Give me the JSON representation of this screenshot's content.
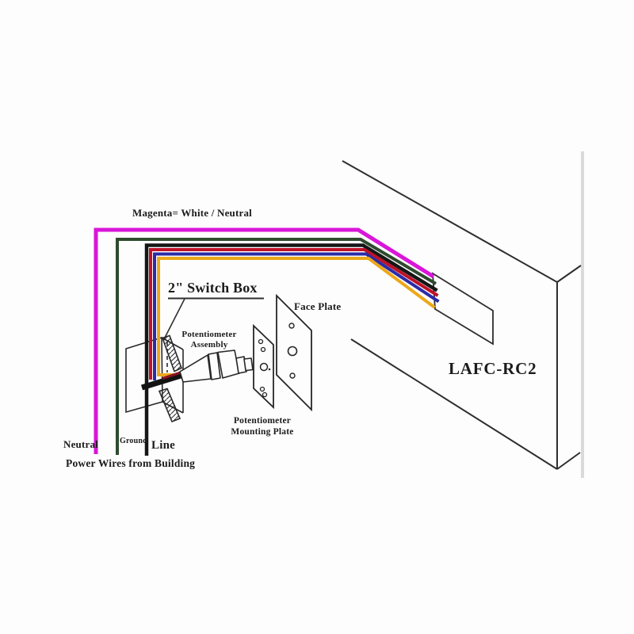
{
  "diagram": {
    "device": "LAFC-RC2",
    "annotations": {
      "magenta_note": "Magenta= White / Neutral",
      "switch_box": "2\" Switch Box",
      "face_plate": "Face Plate",
      "pot_assembly_line1": "Potentiometer",
      "pot_assembly_line2": "Assembly",
      "pot_mount_line1": "Potentiometer",
      "pot_mount_line2": "Mounting Plate",
      "device_label": "LAFC-RC2",
      "neutral": "Neutral",
      "ground": "Ground",
      "line": "Line",
      "power_wires": "Power Wires from Building"
    },
    "wire_colors": {
      "magenta": "#d916d9",
      "green": "#2e4b2e",
      "black": "#161616",
      "red": "#be1228",
      "blue": "#2b2ba8",
      "yellow": "#eca81b",
      "bundle": "#131313",
      "bundle_stripe": "#8c1322"
    },
    "line_color": "#2e2e2e",
    "artifact_band_color": "#dadada"
  }
}
